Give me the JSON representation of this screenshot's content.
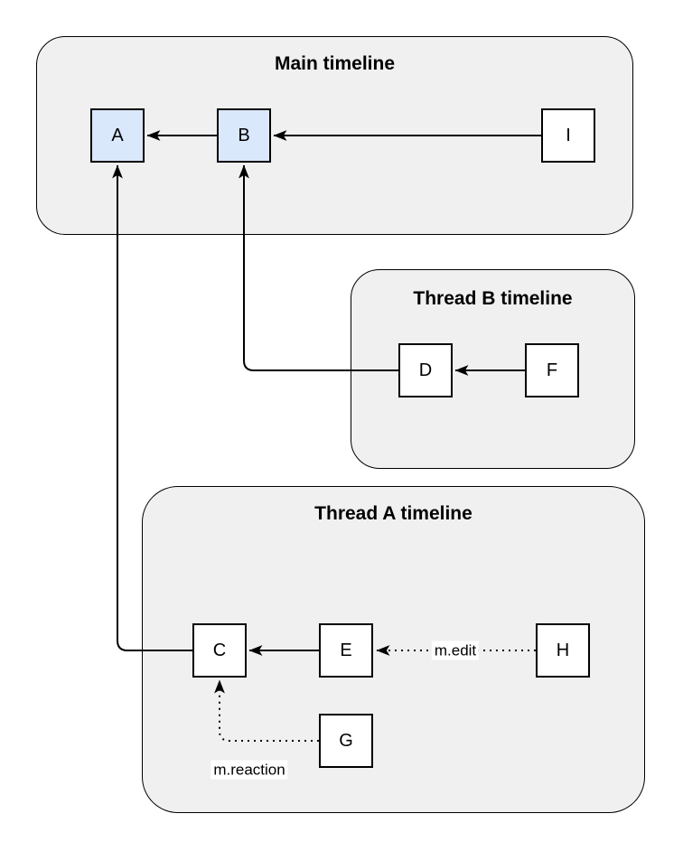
{
  "diagram": {
    "containers": {
      "main": {
        "title": "Main timeline"
      },
      "thread_b": {
        "title": "Thread B timeline"
      },
      "thread_a": {
        "title": "Thread A timeline"
      }
    },
    "nodes": {
      "a": {
        "label": "A",
        "highlighted": true
      },
      "b": {
        "label": "B",
        "highlighted": true
      },
      "i": {
        "label": "I",
        "highlighted": false
      },
      "d": {
        "label": "D",
        "highlighted": false
      },
      "f": {
        "label": "F",
        "highlighted": false
      },
      "c": {
        "label": "C",
        "highlighted": false
      },
      "e": {
        "label": "E",
        "highlighted": false
      },
      "h": {
        "label": "H",
        "highlighted": false
      },
      "g": {
        "label": "G",
        "highlighted": false
      }
    },
    "edges": [
      {
        "from": "B",
        "to": "A",
        "style": "solid"
      },
      {
        "from": "I",
        "to": "B",
        "style": "solid"
      },
      {
        "from": "F",
        "to": "D",
        "style": "solid"
      },
      {
        "from": "D",
        "to": "B",
        "style": "solid"
      },
      {
        "from": "E",
        "to": "C",
        "style": "solid"
      },
      {
        "from": "C",
        "to": "A",
        "style": "solid"
      },
      {
        "from": "H",
        "to": "E",
        "style": "dotted",
        "label": "m.edit"
      },
      {
        "from": "G",
        "to": "C",
        "style": "dotted",
        "label": "m.reaction"
      }
    ],
    "edge_labels": {
      "m_edit": "m.edit",
      "m_reaction": "m.reaction"
    },
    "colors": {
      "highlight_fill": "#dae8fc",
      "container_fill": "#f0f0f0",
      "node_fill": "#ffffff",
      "stroke": "#000000"
    }
  }
}
